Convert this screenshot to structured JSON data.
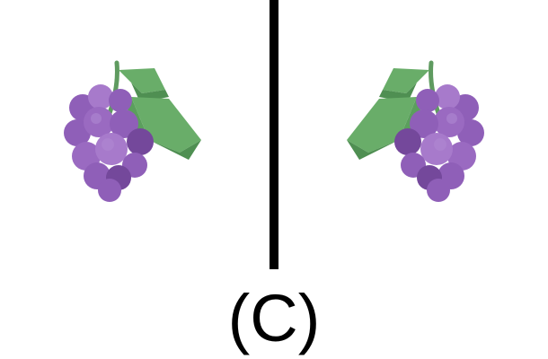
{
  "caption": "(C)",
  "colors": {
    "background": "#ffffff",
    "divider": "#000000",
    "grape": "#8f5fb8",
    "grape_light": "#a77acb",
    "grape_dark": "#74489b",
    "leaf": "#69ad69",
    "leaf_dark": "#4f8f52",
    "stem": "#5f9b60"
  },
  "panels": [
    {
      "id": "left",
      "object": "grape-bunch-icon",
      "orientation": "original"
    },
    {
      "id": "right",
      "object": "grape-bunch-icon",
      "orientation": "mirrored"
    }
  ]
}
